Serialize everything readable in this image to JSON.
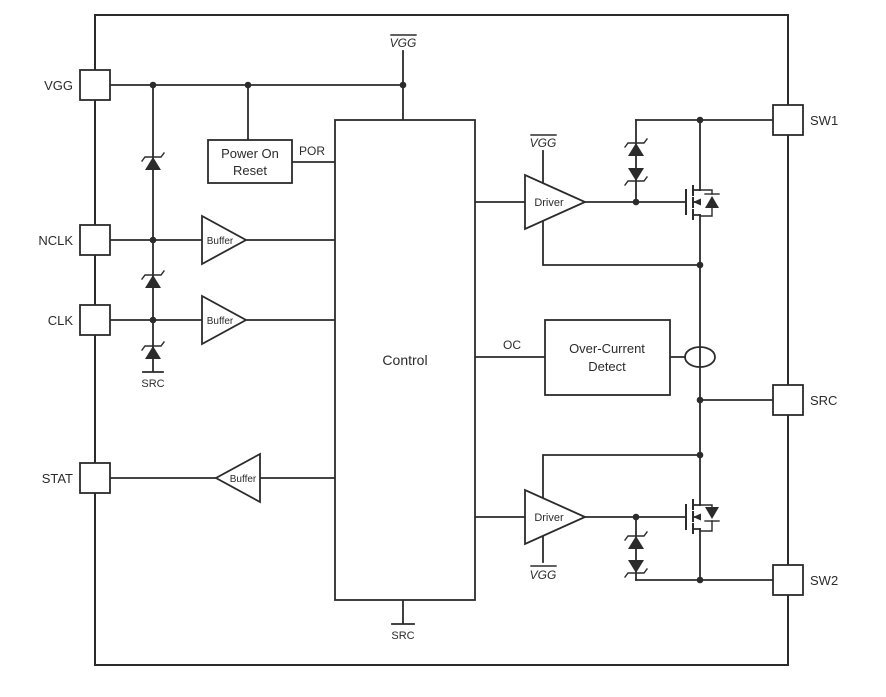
{
  "pins": {
    "left": [
      {
        "label": "VGG"
      },
      {
        "label": "NCLK"
      },
      {
        "label": "CLK"
      },
      {
        "label": "STAT"
      }
    ],
    "right": [
      {
        "label": "SW1"
      },
      {
        "label": "SRC"
      },
      {
        "label": "SW2"
      }
    ]
  },
  "blocks": {
    "power_on_reset": {
      "lines": [
        "Power On",
        "Reset"
      ]
    },
    "control": {
      "label": "Control"
    },
    "over_current_detect": {
      "lines": [
        "Over-Current",
        "Detect"
      ]
    },
    "driver_top": {
      "label": "Driver"
    },
    "driver_bottom": {
      "label": "Driver"
    },
    "buffer_nclk": {
      "label": "Buffer"
    },
    "buffer_clk": {
      "label": "Buffer"
    },
    "buffer_stat": {
      "label": "Buffer"
    }
  },
  "signals": {
    "por": "POR",
    "oc": "OC"
  },
  "nets": {
    "vgg_top": "VGG",
    "vgg_driver_top": "VGG",
    "vgg_driver_bottom": "VGG",
    "src_input_clamp": "SRC",
    "src_control": "SRC"
  },
  "colors": {
    "line": "#2b2b2b",
    "background": "#ffffff"
  }
}
